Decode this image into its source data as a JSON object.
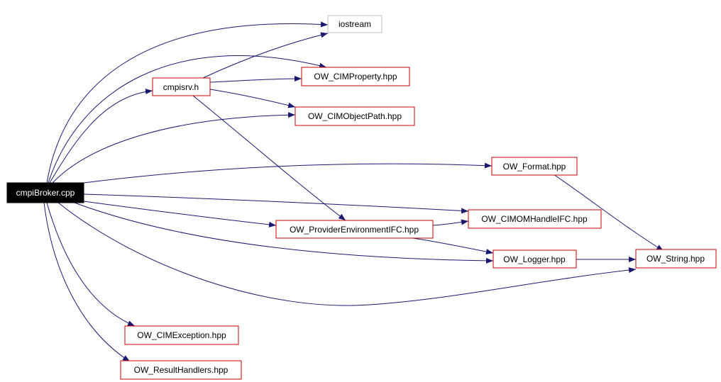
{
  "nodes": {
    "root": "cmpiBroker.cpp",
    "iostream": "iostream",
    "cimproperty": "OW_CIMProperty.hpp",
    "cmpisrv": "cmpisrv.h",
    "cimobjectpath": "OW_CIMObjectPath.hpp",
    "format": "OW_Format.hpp",
    "cimomhandleifc": "OW_CIMOMHandleIFC.hpp",
    "providerenvironmentifc": "OW_ProviderEnvironmentIFC.hpp",
    "logger": "OW_Logger.hpp",
    "string": "OW_String.hpp",
    "cimexception": "OW_CIMException.hpp",
    "resulthandlers": "OW_ResultHandlers.hpp"
  },
  "colors": {
    "edge": "#191970",
    "node_border": "#cc0000",
    "external_border": "#bfbfbf",
    "root_fill": "#000000",
    "root_text": "#ffffff"
  }
}
